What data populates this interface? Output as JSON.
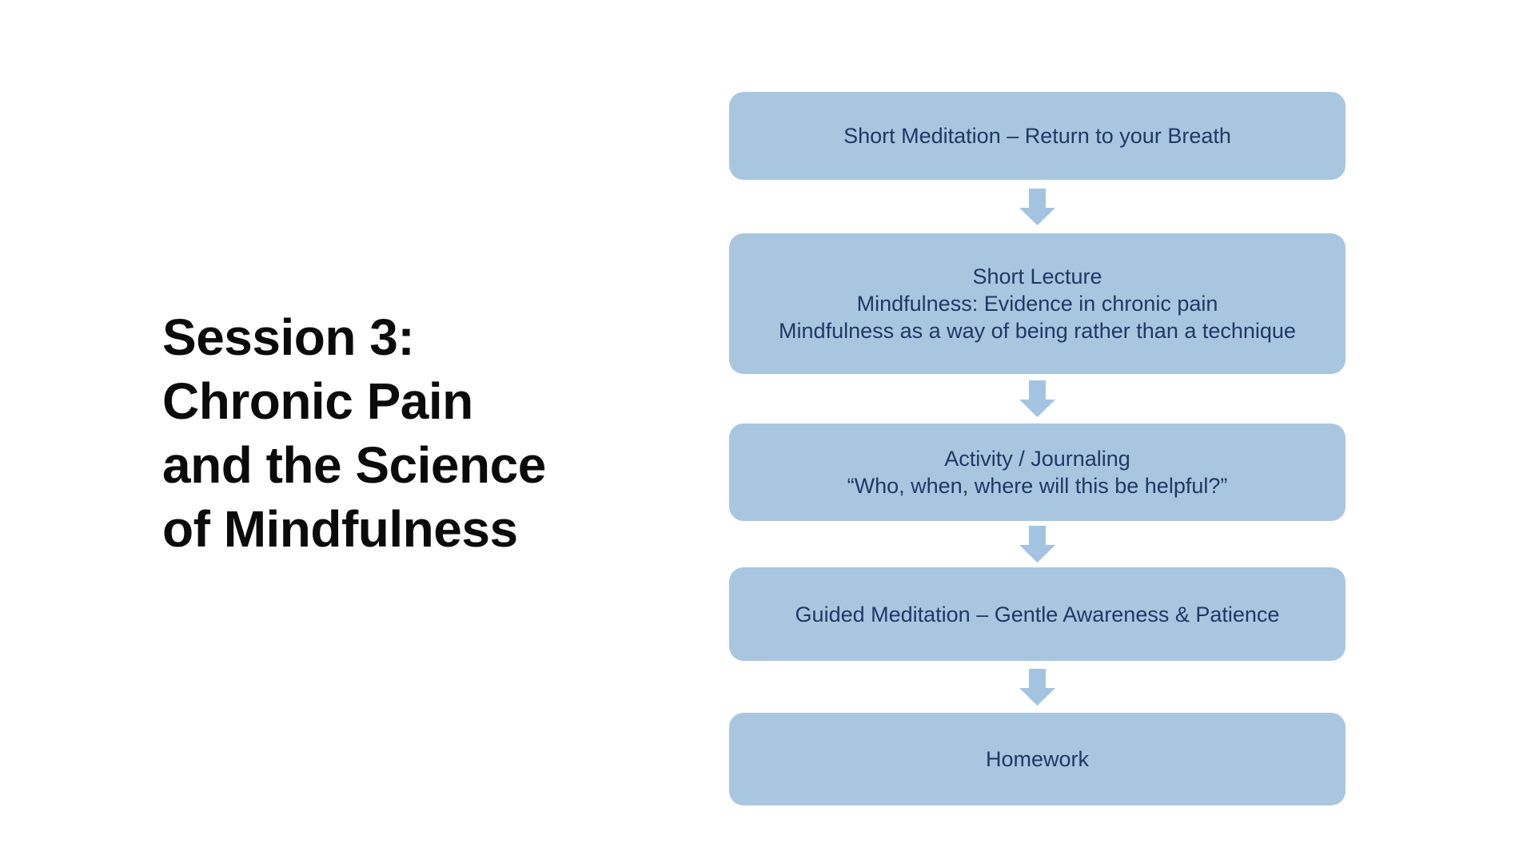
{
  "slide": {
    "title": {
      "lines": [
        "Session 3:",
        "Chronic Pain",
        "and the Science",
        "of Mindfulness"
      ]
    },
    "flowchart": {
      "steps": [
        {
          "lines": [
            "Short Meditation – Return to your Breath"
          ]
        },
        {
          "lines": [
            "Short Lecture",
            "Mindfulness: Evidence in chronic pain",
            "Mindfulness as a way of being rather than a technique"
          ]
        },
        {
          "lines": [
            "Activity / Journaling",
            "“Who, when, where will this be helpful?”"
          ]
        },
        {
          "lines": [
            "Guided Meditation – Gentle Awareness & Patience"
          ]
        },
        {
          "lines": [
            "Homework"
          ]
        }
      ],
      "connector_icon": "down-arrow"
    },
    "colors": {
      "background": "#ffffff",
      "title_text": "#0b0b0b",
      "box_fill": "#a9c6e1",
      "box_text": "#1f3864",
      "arrow_fill": "#a3c3e0"
    }
  }
}
